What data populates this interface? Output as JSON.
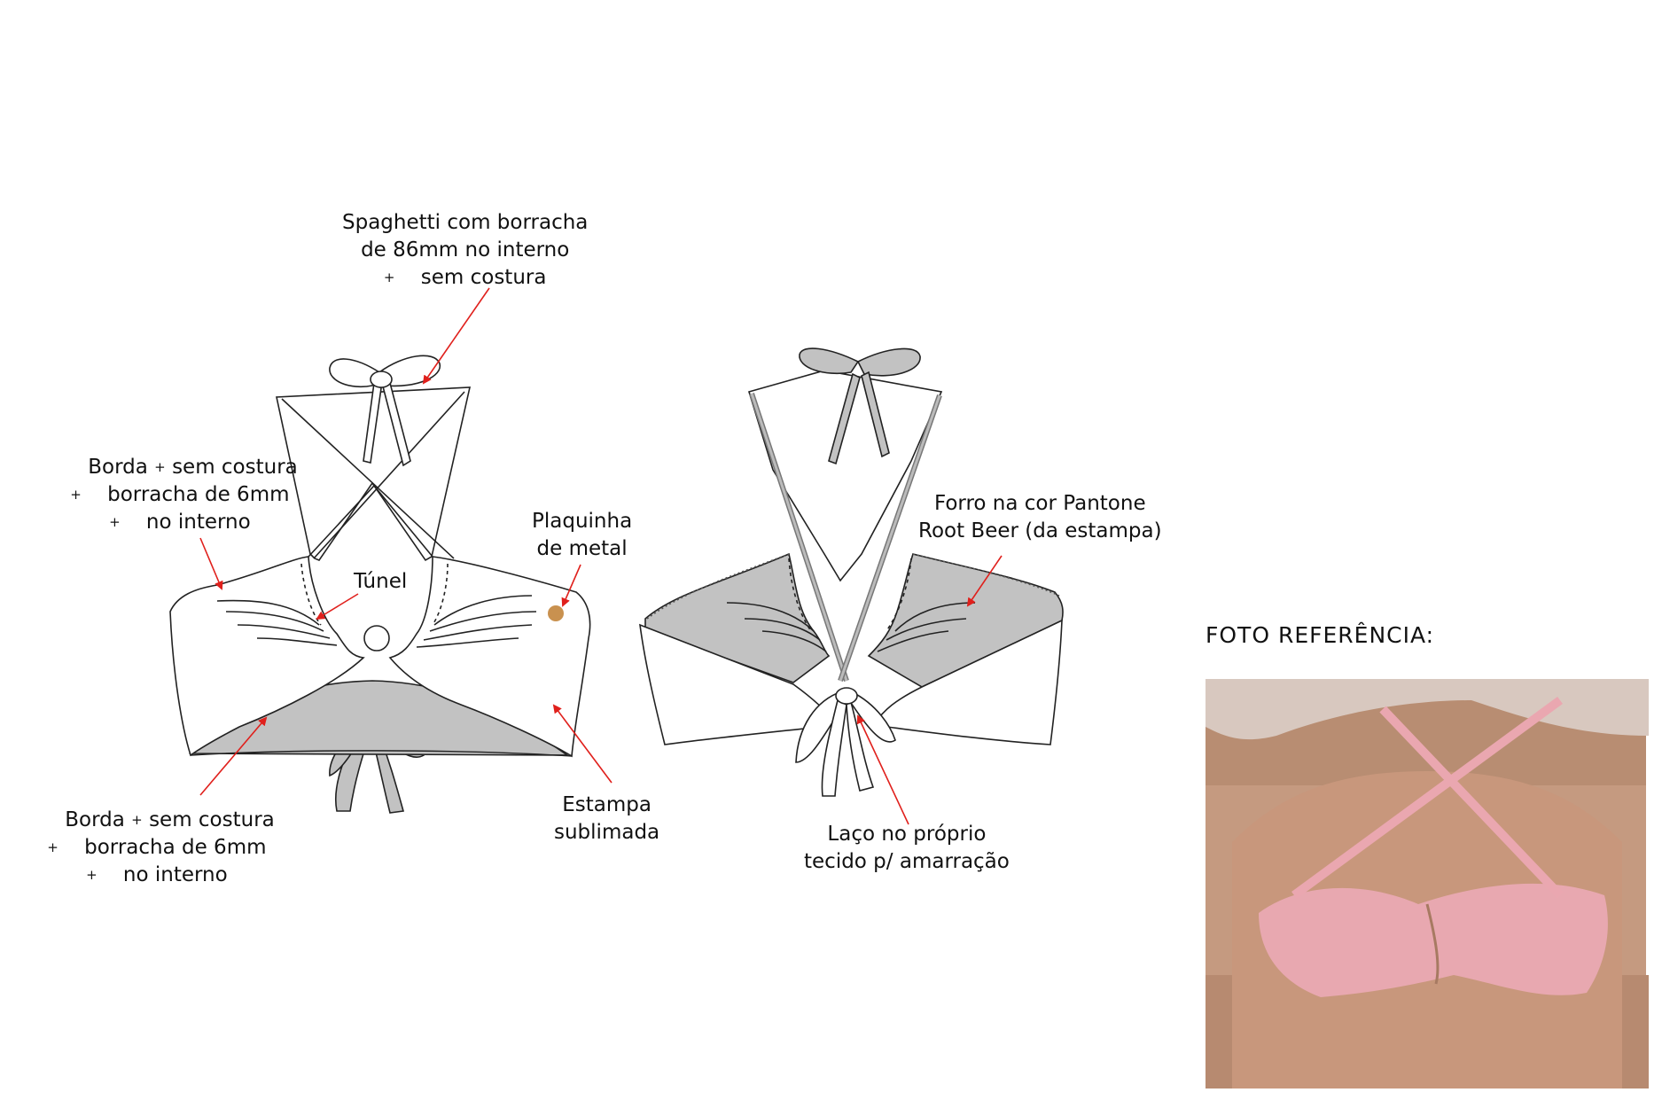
{
  "labels": {
    "spaghetti": {
      "line1": "Spaghetti com borracha",
      "line2": "de 86mm no interno",
      "plus": "+",
      "line3": "sem costura"
    },
    "borda_top": {
      "line1": "Borda",
      "plus_inline": "+",
      "line1b": "sem costura",
      "plus2": "+",
      "line2": "borracha de 6mm",
      "plus3": "+",
      "line3": "no interno"
    },
    "plaquinha": {
      "line1": "Plaquinha",
      "line2": "de metal"
    },
    "tunel": "Túnel",
    "borda_bottom": {
      "line1": "Borda",
      "plus_inline": "+",
      "line1b": "sem costura",
      "plus2": "+",
      "line2": "borracha de 6mm",
      "plus3": "+",
      "line3": "no interno"
    },
    "estampa": {
      "line1": "Estampa",
      "line2": "sublimada"
    },
    "forro": {
      "line1": "Forro na cor Pantone",
      "line2": "Root Beer (da estampa)"
    },
    "laco": {
      "line1": "Laço no próprio",
      "line2": "tecido p/ amarração"
    }
  },
  "reference": {
    "title": "FOTO REFERÊNCIA:"
  },
  "colors": {
    "outline": "#222222",
    "lining": "#c2c2c2",
    "arrow": "#e0201c",
    "metal_plate": "#c9914f",
    "skin": "#c99a80",
    "bikini": "#e8a8b0"
  }
}
